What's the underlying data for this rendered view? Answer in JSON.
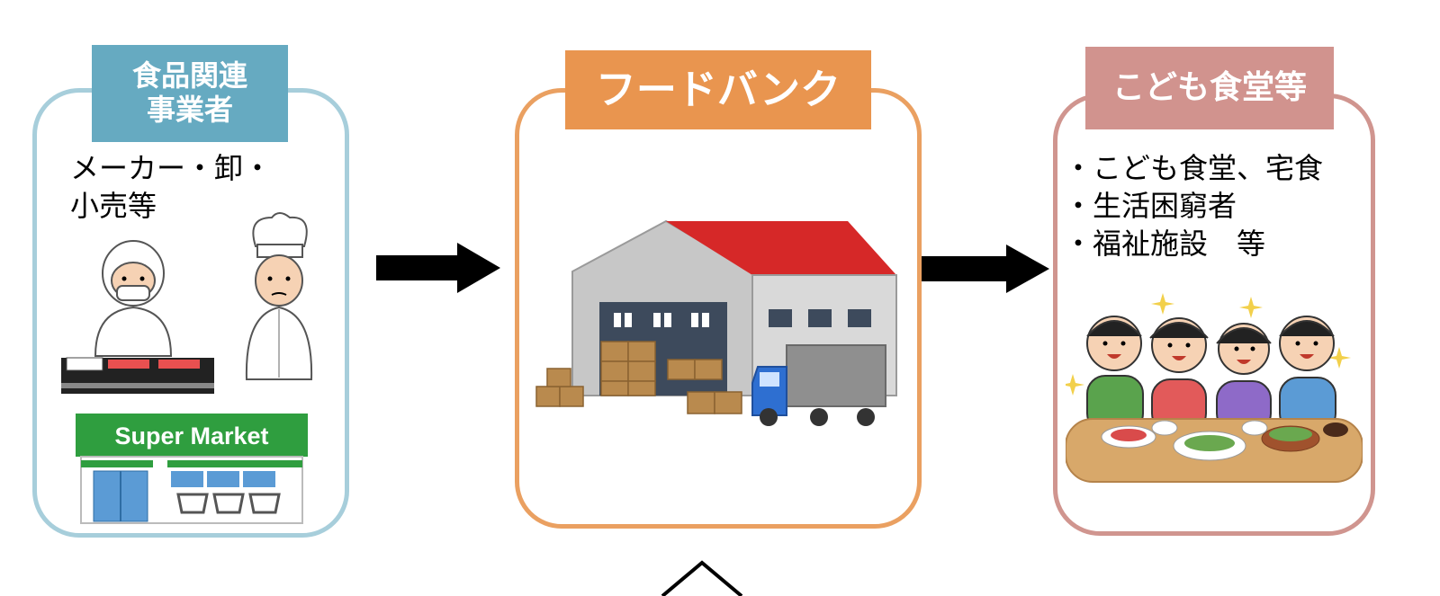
{
  "suppliers": {
    "header_line1": "食品関連",
    "header_line2": "事業者",
    "desc_line1": "メーカー・卸・",
    "desc_line2": "小売等",
    "store_sign": "Super Market"
  },
  "foodbank": {
    "header": "フードバンク"
  },
  "recipients": {
    "header": "こども食堂等",
    "items": [
      "・こども食堂、宅食",
      "・生活困窮者",
      "・福祉施設　等"
    ]
  },
  "colors": {
    "suppliers_header": "#66aac1",
    "suppliers_border": "#a7cedb",
    "foodbank_header": "#e9954f",
    "foodbank_border": "#eaa061",
    "recipients_header": "#d1938e",
    "recipients_border": "#d0958f",
    "arrow": "#000000"
  }
}
